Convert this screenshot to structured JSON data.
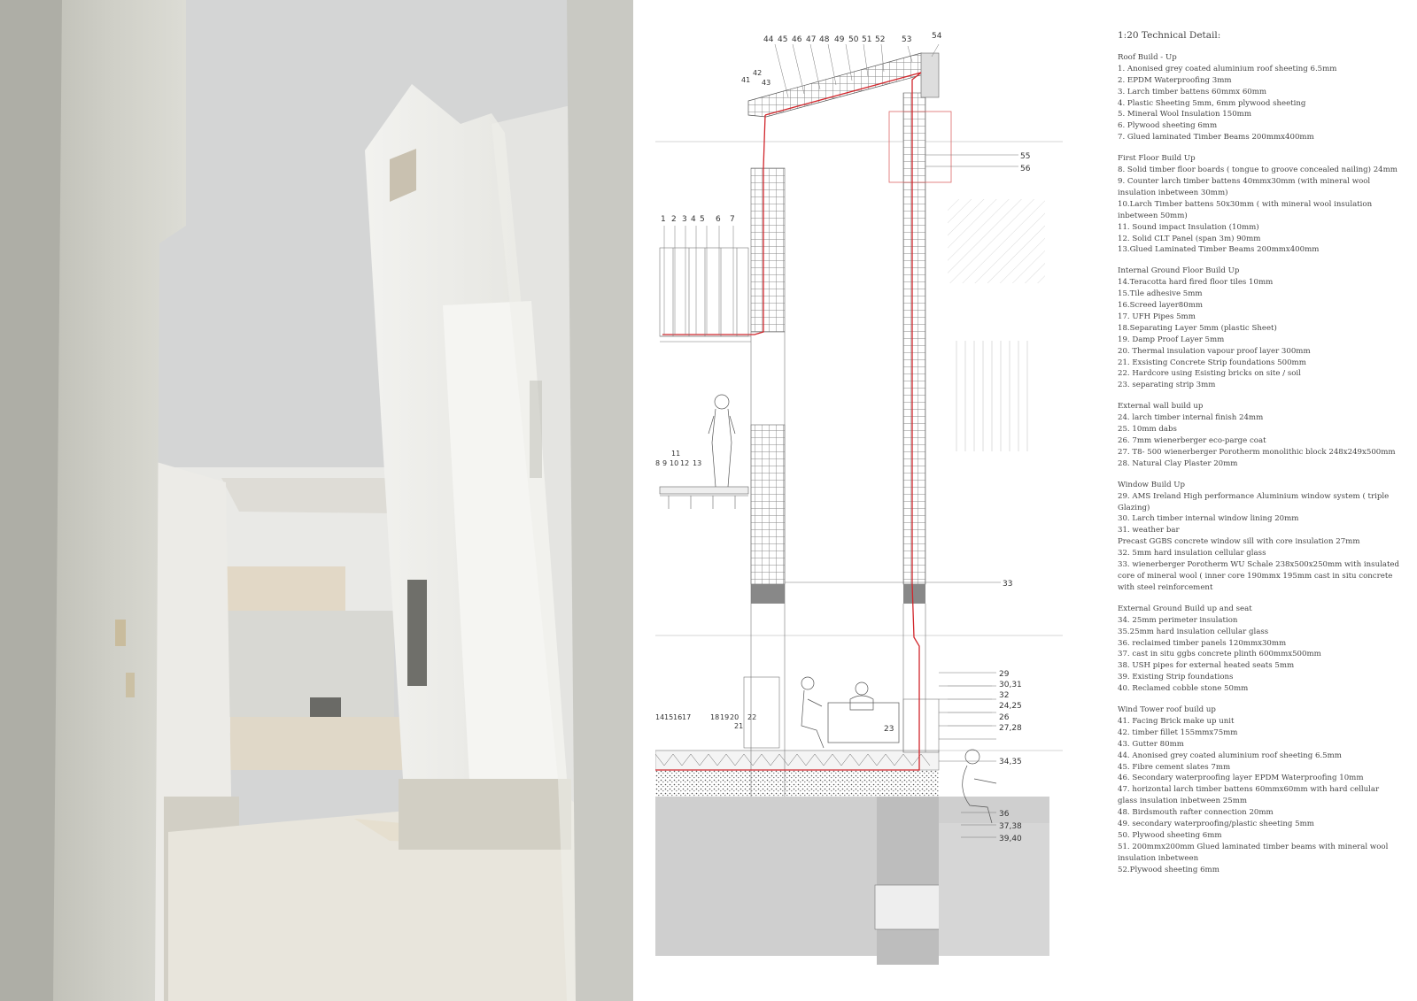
{
  "drawing": {
    "top_labels": [
      "44",
      "45",
      "46",
      "47",
      "48",
      "49",
      "50",
      "51",
      "52",
      "53",
      "54"
    ],
    "side_labels_a": [
      "41",
      "42",
      "43"
    ],
    "labels_upper_right": [
      "55",
      "56"
    ],
    "labels_balcony": [
      "1",
      "2",
      "3",
      "4",
      "5",
      "6",
      "7"
    ],
    "labels_floor": [
      "11",
      "8",
      "9",
      "10",
      "12",
      "13"
    ],
    "label_33": "33",
    "labels_ground": [
      "14",
      "15",
      "16",
      "17",
      "18",
      "19",
      "20",
      "21",
      "22",
      "23"
    ],
    "labels_right": [
      "29",
      "30,31",
      "32",
      "24,25",
      "26",
      "27,28",
      "34,35",
      "36",
      "37,38",
      "39,40"
    ]
  },
  "notes": {
    "heading": "1:20 Technical Detail:",
    "sections": [
      {
        "title": "Roof Build - Up",
        "items": [
          "1. Anonised grey coated aluminium roof sheeting 6.5mm",
          "2. EPDM Waterproofing 3mm",
          "3. Larch timber battens 60mmx 60mm",
          "4. Plastic Sheeting 5mm, 6mm plywood sheeting",
          "5. Mineral Wool Insulation 150mm",
          "6. Plywood sheeting 6mm",
          "7. Glued laminated Timber Beams 200mmx400mm"
        ]
      },
      {
        "title": "First Floor Build Up",
        "items": [
          "8. Solid timber floor boards ( tongue to groove concealed nailing) 24mm",
          "9. Counter larch timber battens 40mmx30mm (with mineral wool insulation inbetween 30mm)",
          "10.Larch Timber battens 50x30mm ( with mineral wool insulation inbetween 50mm)",
          "11. Sound impact Insulation (10mm)",
          "12. Solid CLT Panel (span 3m) 90mm",
          "13.Glued Laminated Timber Beams 200mmx400mm"
        ]
      },
      {
        "title": "Internal Ground Floor Build Up",
        "items": [
          "14.Teracotta hard fired floor tiles 10mm",
          "15.Tile adhesive 5mm",
          "16.Screed layer80mm",
          "17. UFH Pipes 5mm",
          "18.Separating Layer 5mm (plastic Sheet)",
          "19. Damp Proof Layer 5mm",
          "20. Thermal insulation vapour proof layer 300mm",
          "21. Exsisting Concrete Strip foundations 500mm",
          "22. Hardcore using Esisting bricks on site / soil",
          "23. separating strip 3mm"
        ]
      },
      {
        "title": "External wall build up",
        "items": [
          "24. larch timber internal finish 24mm",
          "25. 10mm dabs",
          "26. 7mm wienerberger eco-parge coat",
          "27. T8- 500 wienerberger Porotherm monolithic block 248x249x500mm",
          "28. Natural Clay Plaster 20mm"
        ]
      },
      {
        "title": "Window Build Up",
        "items": [
          "29. AMS Ireland High performance Aluminium window system ( triple Glazing)",
          "30. Larch timber internal window lining 20mm",
          "31. weather bar",
          "Precast GGBS concrete window sill with core insulation 27mm",
          "32. 5mm hard insulation cellular glass",
          "33.  wienerberger Porotherm WU Schale 238x500x250mm with insulated core of mineral wool ( inner core 190mmx 195mm cast in situ concrete with steel reinforcement"
        ]
      },
      {
        "title": "External Ground Build up and seat",
        "items": [
          "34. 25mm perimeter insulation",
          "35.25mm hard insulation cellular glass",
          "36. reclaimed timber panels 120mmx30mm",
          "37. cast in situ ggbs concrete plinth 600mmx500mm",
          "38. USH pipes for external heated seats 5mm",
          "39. Existing Strip foundations",
          "40. Reclamed cobble stone 50mm"
        ]
      },
      {
        "title": "Wind Tower roof build up",
        "items": [
          "41. Facing Brick make up unit",
          "42. timber fillet 155mmx75mm",
          "43. Gutter 80mm",
          "44. Anonised grey coated aluminium roof sheeting 6.5mm",
          "45. Fibre cement slates 7mm",
          "46. Secondary waterproofing layer EPDM Waterproofing 10mm",
          "47. horizontal larch timber battens 60mmx60mm with hard cellular glass insulation inbetween 25mm",
          "48. Birdsmouth rafter connection 20mm",
          "49. secondary waterproofing/plastic sheeting 5mm",
          "50. Plywood sheeting 6mm",
          "51. 200mmx200mm Glued laminated timber beams with mineral wool insulation inbetween",
          "52.Plywood sheeting 6mm"
        ]
      }
    ]
  }
}
